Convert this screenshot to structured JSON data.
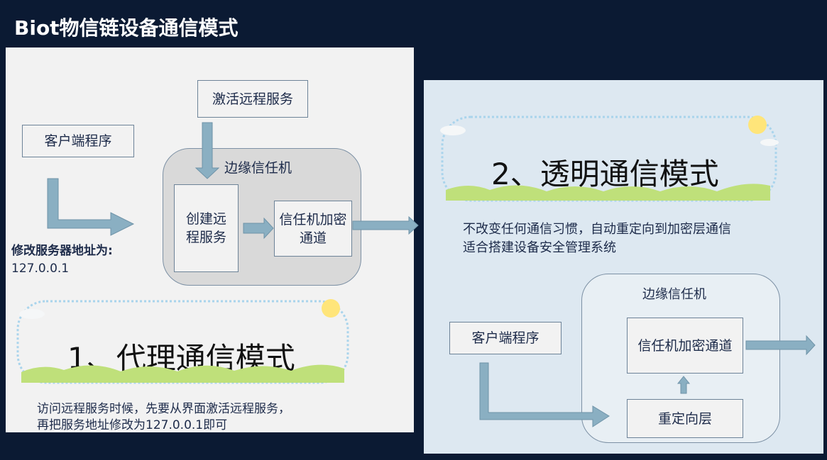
{
  "title": "Biot物信链设备通信模式",
  "proxy_mode": {
    "activate_box": "激活远程服务",
    "client_box": "客户端程序",
    "edge_label": "边缘信任机",
    "create_box": "创建远程服务",
    "channel_box": "信任机加密通道",
    "modify_label": "修改服务器地址为:",
    "address": "127.0.0.1",
    "banner": "1、代理通信模式",
    "desc_line1": "访问远程服务时候，先要从界面激活远程服务，",
    "desc_line2": "再把服务地址修改为127.0.0.1即可"
  },
  "transparent_mode": {
    "banner": "2、透明通信模式",
    "desc_line1": "不改变任何通信习惯，自动重定向到加密层通信",
    "desc_line2": "适合搭建设备安全管理系统",
    "edge_label": "边缘信任机",
    "client_box": "客户端程序",
    "channel_box": "信任机加密通道",
    "redirect_box": "重定向层"
  },
  "colors": {
    "background": "#0b1a33",
    "arrow": "#8aafc2",
    "grass": "#bfe07a",
    "sun": "#ffe57a"
  }
}
